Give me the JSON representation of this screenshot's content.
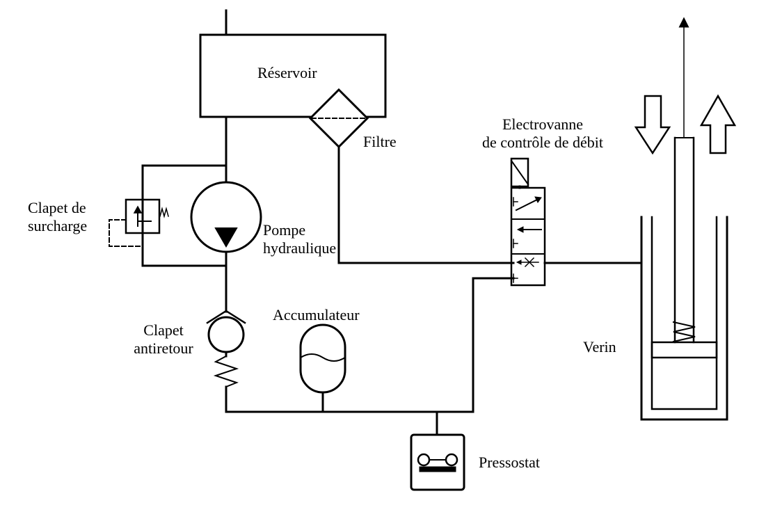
{
  "colors": {
    "line": "#000000",
    "background": "#ffffff"
  },
  "labels": {
    "reservoir": "Réservoir",
    "filter": "Filtre",
    "valve_line1": "Electrovanne",
    "valve_line2": "de contrôle de débit",
    "relief_line1": "Clapet de",
    "relief_line2": "surcharge",
    "pump_line1": "Pompe",
    "pump_line2": "hydraulique",
    "check_line1": "Clapet",
    "check_line2": "antiretour",
    "accumulator": "Accumulateur",
    "cylinder": "Verin",
    "pressure_switch": "Pressostat"
  }
}
